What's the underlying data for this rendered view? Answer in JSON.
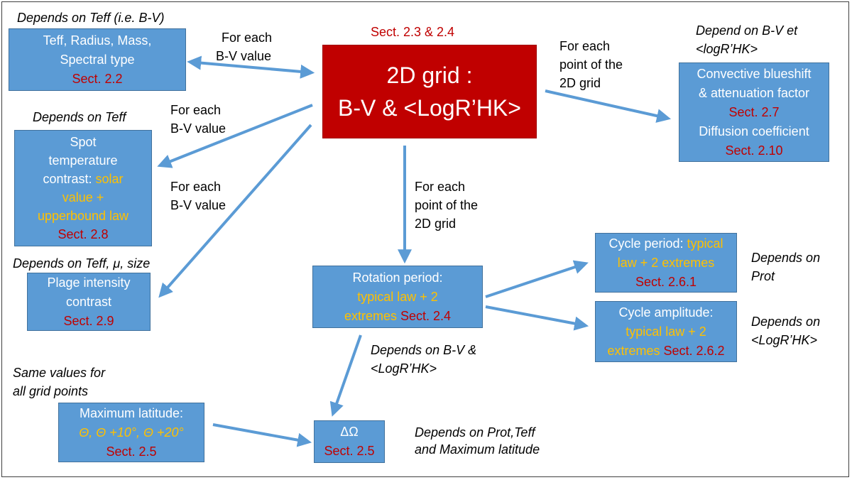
{
  "main_box": {
    "line1": "2D grid :",
    "line2": "B-V &  <LogR’HK>",
    "section": "Sect. 2.3 & 2.4"
  },
  "boxes": {
    "teff": {
      "lines": [
        "Teff, Radius, Mass,",
        "Spectral type"
      ],
      "section": "Sect. 2.2"
    },
    "spot": {
      "line1": "Spot",
      "line2": "temperature",
      "line3_white": "contrast: ",
      "line3_gold": "solar",
      "line4": "value +",
      "line5": "upperbound law",
      "section": "Sect. 2.8"
    },
    "plage": {
      "lines": [
        "Plage intensity",
        "contrast"
      ],
      "section": "Sect. 2.9"
    },
    "maxlat": {
      "line1": "Maximum latitude:",
      "line2": "Θ,  Θ +10°, Θ +20°",
      "section": "Sect. 2.5"
    },
    "delta": {
      "line1": "ΔΩ",
      "section": "Sect. 2.5"
    },
    "rotation": {
      "line1": "Rotation period:",
      "line2": "typical law + 2",
      "line3_gold": "extremes",
      "section": "Sect. 2.4"
    },
    "cycle_period": {
      "line1_white": "Cycle period: ",
      "line1_gold": "typical",
      "line2": "law + 2 extremes",
      "section": "Sect. 2.6.1"
    },
    "cycle_amp": {
      "line1": "Cycle amplitude:",
      "line2": "typical law + 2",
      "line3_gold": "extremes",
      "section": "Sect. 2.6.2"
    },
    "convective": {
      "line1": "Convective blueshift",
      "line2": "& attenuation factor",
      "section1": "Sect. 2.7",
      "line3": "Diffusion coefficient",
      "section2": "Sect. 2.10"
    }
  },
  "notes": {
    "teff_dep": "Depends on Teff (i.e. B-V)",
    "spot_dep": "Depends on Teff",
    "plage_dep": "Depends on Teff, μ, size",
    "same_values_1": "Same values for",
    "same_values_2": "all grid points",
    "conv_dep_1": "Depend on B-V et",
    "conv_dep_2": "<logR’HK>",
    "cp_dep_1": "Depends on",
    "cp_dep_2": "Prot",
    "ca_dep_1": "Depends on",
    "ca_dep_2": "<LogR’HK>",
    "rot_dep_1": "Depends on B-V &",
    "rot_dep_2": "<LogR’HK>",
    "delta_dep_1": "Depends on Prot,Teff",
    "delta_dep_2": "and Maximum latitude"
  },
  "arrow_labels": {
    "bv_1a": "For each",
    "bv_1b": "B-V value",
    "bv_2a": "For each",
    "bv_2b": "B-V value",
    "bv_3a": "For each",
    "bv_3b": "B-V value",
    "grid_1a": "For each",
    "grid_1b": "point of the",
    "grid_1c": "2D grid",
    "grid_2a": "For each",
    "grid_2b": "point of the",
    "grid_2c": "2D grid"
  },
  "colors": {
    "box_blue": "#5b9bd5",
    "main_red": "#c00000",
    "section_red": "#c00000",
    "highlight_gold": "#ffc000",
    "arrow_blue": "#5b9bd5"
  }
}
